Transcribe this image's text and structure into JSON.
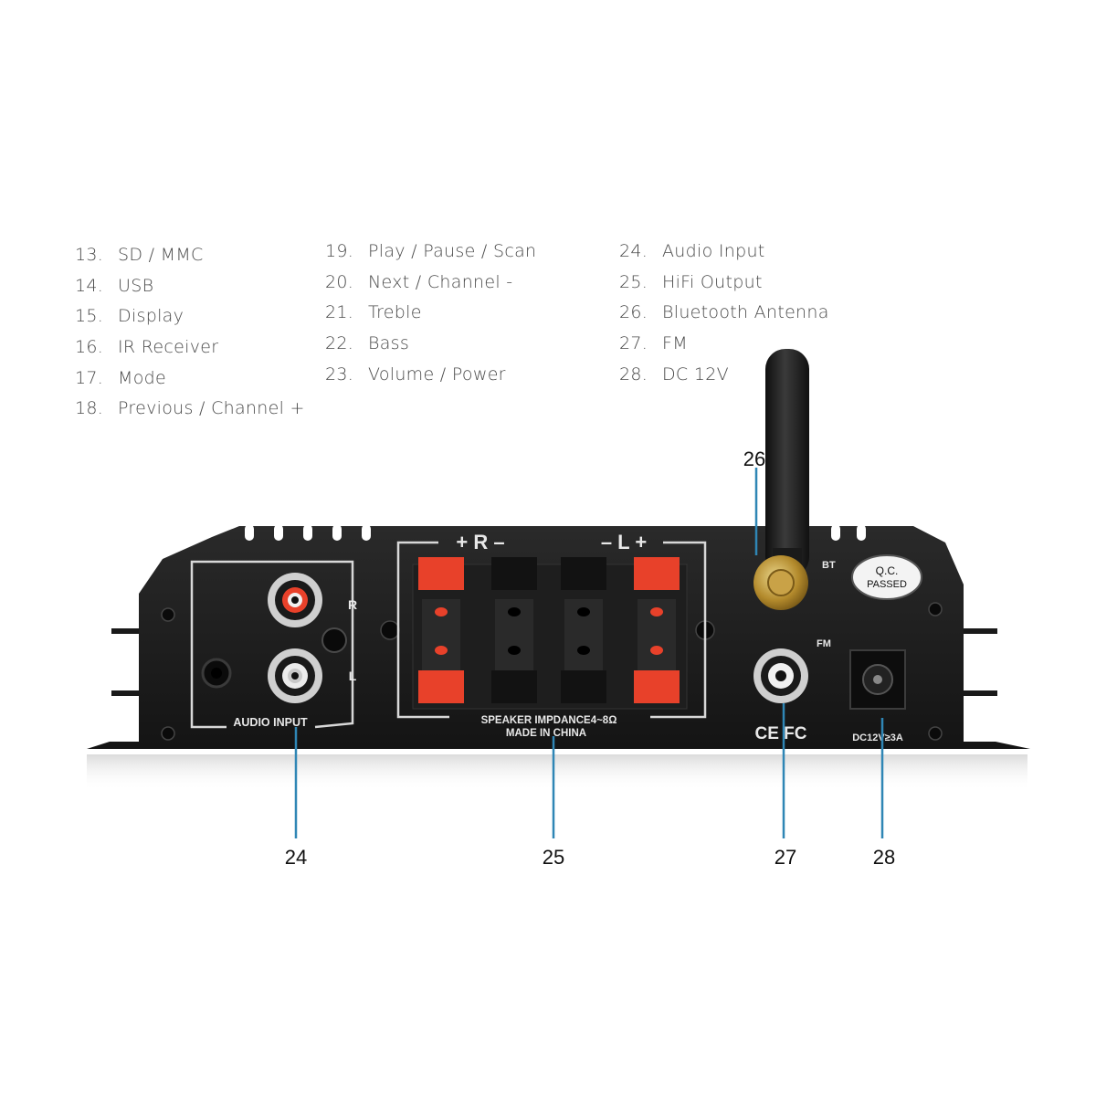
{
  "legend": {
    "column1": [
      {
        "num": "13.",
        "label": "SD / MMC"
      },
      {
        "num": "14.",
        "label": "USB"
      },
      {
        "num": "15.",
        "label": "Display"
      },
      {
        "num": "16.",
        "label": "IR Receiver"
      },
      {
        "num": "17.",
        "label": "Mode"
      },
      {
        "num": "18.",
        "label": "Previous / Channel +"
      }
    ],
    "column2": [
      {
        "num": "19.",
        "label": "Play / Pause / Scan"
      },
      {
        "num": "20.",
        "label": "Next / Channel -"
      },
      {
        "num": "21.",
        "label": "Treble"
      },
      {
        "num": "22.",
        "label": "Bass"
      },
      {
        "num": "23.",
        "label": "Volume / Power"
      }
    ],
    "column3": [
      {
        "num": "24.",
        "label": "Audio Input"
      },
      {
        "num": "25.",
        "label": "HiFi Output"
      },
      {
        "num": "26.",
        "label": "Bluetooth Antenna"
      },
      {
        "num": "27.",
        "label": "FM"
      },
      {
        "num": "28.",
        "label": "DC 12V"
      }
    ]
  },
  "callouts": {
    "c24": "24",
    "c25": "25",
    "c26": "26",
    "c27": "27",
    "c28": "28"
  },
  "panel": {
    "speaker_header_left": "+ R –",
    "speaker_header_right": "– L +",
    "rca_r": "R",
    "rca_l": "L",
    "audio_input": "AUDIO INPUT",
    "speaker_impedance": "SPEAKER IMPDANCE4~8Ω",
    "made_in": "MADE IN CHINA",
    "bt": "BT",
    "fm": "FM",
    "qc_line1": "Q.C.",
    "qc_line2": "PASSED",
    "cert": "CE FC",
    "dc_rating": "DC12V≥3A"
  },
  "colors": {
    "panel": "#1b1b1b",
    "terminal_red": "#e8412a",
    "callout_line": "#2f86b5"
  }
}
